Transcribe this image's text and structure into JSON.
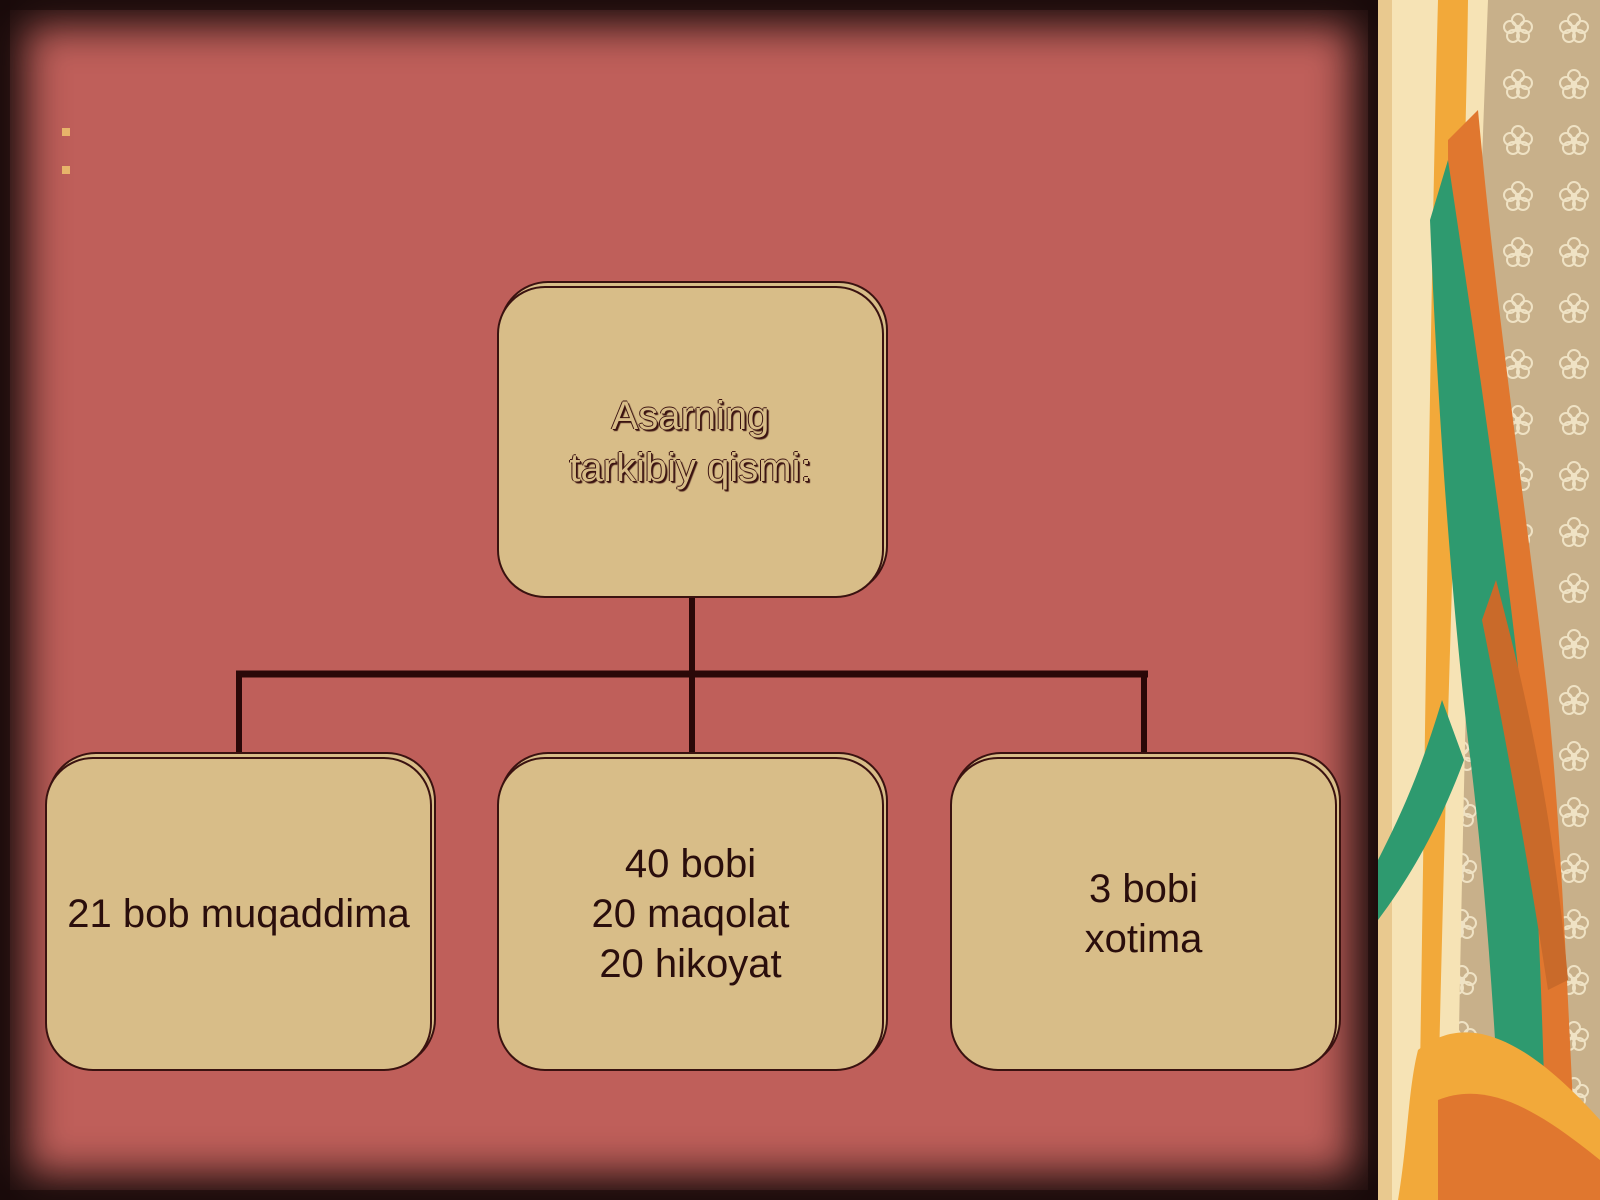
{
  "slide": {
    "background": "#bf5f5a",
    "box_fill": "#d8bd88",
    "outline": "#3a1210"
  },
  "diagram": {
    "root": {
      "label": "Asarning\ntarkibiy qismi:"
    },
    "children": [
      {
        "label": "21 bob muqaddima"
      },
      {
        "label": "40 bobi\n20 maqolat\n20 hikoyat"
      },
      {
        "label": "3 bobi\nxotima"
      }
    ]
  },
  "decor": {
    "panel": "decorative-floral-ribbon",
    "colors": [
      "#f6e3b5",
      "#c8b08a",
      "#2e9a6f",
      "#e0772f",
      "#f2a93a"
    ]
  }
}
